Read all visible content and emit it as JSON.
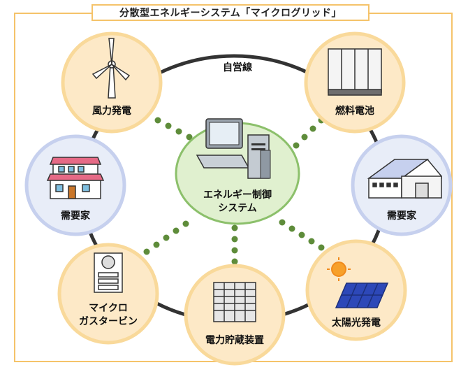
{
  "title": "分散型エネルギーシステム「マイクログリッド」",
  "center_label_line1": "エネルギー制御",
  "center_label_line2": "システム",
  "grid_line_label": "自営線",
  "nodes": {
    "wind": "風力発電",
    "fuel_cell": "燃料電池",
    "demand_left": "需要家",
    "demand_right": "需要家",
    "micro_turbine_line1": "マイクロ",
    "micro_turbine_line2": "ガスタービン",
    "storage": "電力貯蔵装置",
    "solar": "太陽光発電"
  },
  "colors": {
    "frame": "#f5c36a",
    "generator_fill": "#fde9c7",
    "generator_ring": "#f9d99a",
    "demand_fill": "#e8edf8",
    "demand_ring": "#c6d0ee",
    "center_fill": "#e0f0cf",
    "center_ring": "#8cc06b",
    "dots": "#5e8c3a",
    "ring_line": "#333333"
  }
}
